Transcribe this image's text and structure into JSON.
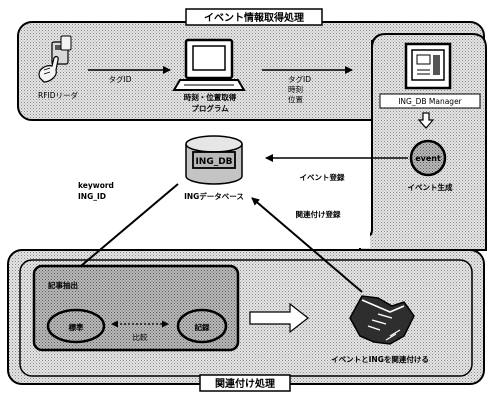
{
  "top_section": {
    "title": "イベント情報取得処理"
  },
  "bottom_section": {
    "title": "関連付け処理"
  },
  "rfid_reader": {
    "label": "RFIDリーダ"
  },
  "tag_id_arrow": {
    "label": "タグID"
  },
  "program": {
    "line1": "時刻・位置取得",
    "line2": "プログラム"
  },
  "program_output": {
    "line1": "タグID",
    "line2": "時刻",
    "line3": "位置"
  },
  "ing_db_manager": {
    "label": "ING_DB Manager"
  },
  "event_node": {
    "label": "event",
    "caption": "イベント生成"
  },
  "event_register": {
    "label": "イベント登録"
  },
  "database": {
    "label": "ING_DB",
    "caption": "INGデータベース"
  },
  "query": {
    "line1": "keyword",
    "line2": "ING_ID"
  },
  "link_register": {
    "label": "関連付け登録"
  },
  "inner_box": {
    "title": "記事抽出"
  },
  "ellipse_left": {
    "label": "標準"
  },
  "compare": {
    "label": "比較"
  },
  "ellipse_right": {
    "label": "記録"
  },
  "handshake": {
    "caption": "イベントとINGを関連付ける"
  }
}
